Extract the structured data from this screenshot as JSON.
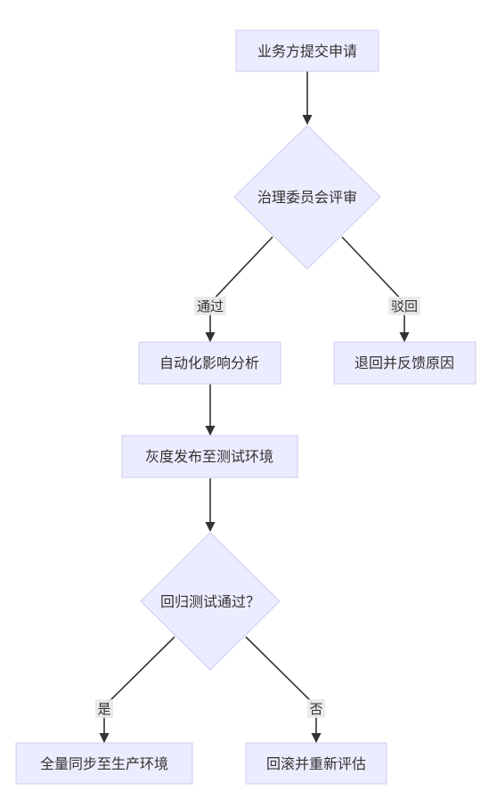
{
  "nodes": {
    "submit": "业务方提交申请",
    "review": "治理委员会评审",
    "impact": "自动化影响分析",
    "reject_feedback": "退回并反馈原因",
    "gray_release": "灰度发布至测试环境",
    "regression": "回归测试通过？",
    "full_sync": "全量同步至生产环境",
    "rollback": "回滚并重新评估"
  },
  "edges": {
    "pass": "通过",
    "reject": "驳回",
    "yes": "是",
    "no": "否"
  },
  "colors": {
    "node_fill": "#ececff",
    "node_stroke": "#ccccf2",
    "edge": "#333333",
    "text": "#333333"
  }
}
